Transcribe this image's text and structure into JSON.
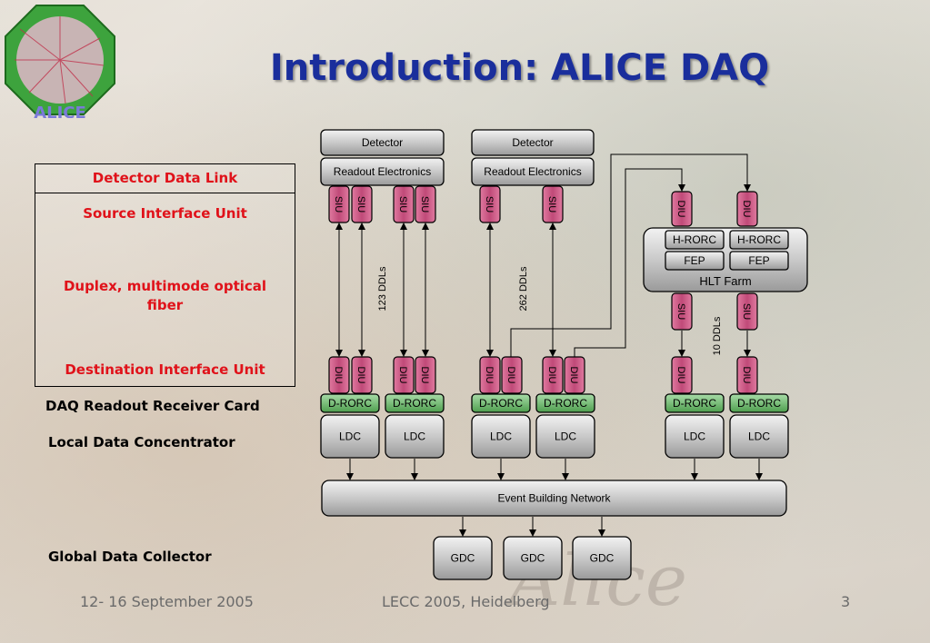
{
  "title": "Introduction: ALICE DAQ",
  "logo_text": "ALICE",
  "watermark": "Alice",
  "legend": {
    "ddl": "Detector Data Link",
    "siu": "Source Interface Unit",
    "fiber": "Duplex, multimode optical fiber",
    "diu": "Destination Interface Unit"
  },
  "side_labels": {
    "drorc": "DAQ Readout Receiver Card",
    "ldc": "Local Data Concentrator",
    "gdc": "Global Data Collector"
  },
  "diagram": {
    "detector": "Detector",
    "readout": "Readout Electronics",
    "siu": "SIU",
    "diu": "DIU",
    "drorc": "D-RORC",
    "ldc": "LDC",
    "hrorc": "H-RORC",
    "fep": "FEP",
    "hlt": "HLT Farm",
    "ebn": "Event Building Network",
    "gdc": "GDC",
    "ddl_123": "123 DDLs",
    "ddl_262": "262 DDLs",
    "ddl_10": "10 DDLs"
  },
  "footer": {
    "date": "12- 16 September 2005",
    "venue": "LECC 2005, Heidelberg",
    "page": "3"
  },
  "colors": {
    "title": "#1a2e9c",
    "legend_text": "#e0121a",
    "siu_fill": "#c04a78",
    "rorc_fill": "#6ab56a"
  }
}
